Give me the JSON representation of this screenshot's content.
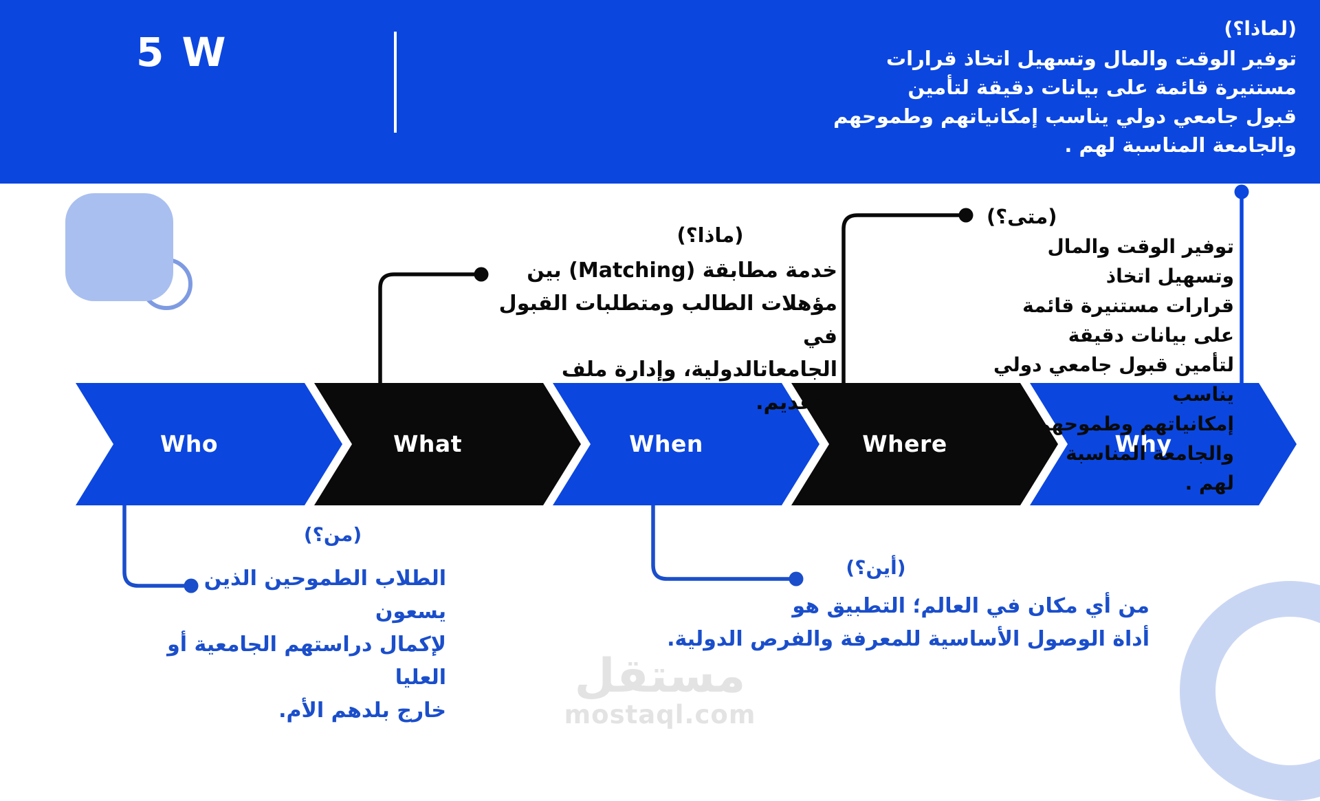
{
  "colors": {
    "accent": "#0B46DF",
    "black": "#0A0A0A",
    "text_blue": "#1A4ECB",
    "decor_square": "#A9BFEF",
    "decor_circle_stroke": "#7E9BE2",
    "decor_ring": "#C9D6F3",
    "watermark_gray": "#E3E3E3",
    "white": "#FFFFFF"
  },
  "header": {
    "logo": "5 W",
    "why": {
      "heading": "(لماذا؟)",
      "lines": [
        "توفير الوقت والمال وتسهيل اتخاذ قرارات",
        "مستنيرة قائمة على بيانات دقيقة لتأمين",
        "قبول جامعي دولي يناسب إمكانياتهم وطموحهم",
        "والجامعة المناسبة لهم ."
      ]
    }
  },
  "chevrons": [
    {
      "label": "Who",
      "color": "accent"
    },
    {
      "label": "What",
      "color": "black"
    },
    {
      "label": "When",
      "color": "accent"
    },
    {
      "label": "Where",
      "color": "black"
    },
    {
      "label": "Why",
      "color": "accent"
    }
  ],
  "annotations": {
    "what": {
      "heading": "(ماذا؟)",
      "lines": [
        "خدمة مطابقة (Matching) بين",
        "مؤهلات الطالب ومتطلبات القبول في",
        "الجامعاتالدولية، وإدارة ملف التقديم."
      ]
    },
    "when": {
      "heading": "(متى؟)",
      "lines": [
        "توفير الوقت والمال وتسهيل اتخاذ",
        "قرارات مستنيرة قائمة على بيانات دقيقة",
        "لتأمين قبول جامعي دولي يناسب",
        "إمكانياتهم وطموحهم والجامعة المناسبة",
        "لهم ."
      ]
    },
    "who": {
      "heading": "(من؟)",
      "lines": [
        "الطلاب الطموحين الذين يسعون",
        "لإكمال دراستهم الجامعية أو العليا",
        "خارج بلدهم الأم."
      ]
    },
    "where": {
      "heading": "(أين؟)",
      "lines": [
        "من أي مكان في العالم؛ التطبيق هو",
        "أداة الوصول الأساسية للمعرفة والفرص الدولية."
      ]
    }
  },
  "watermark": {
    "logo": "مستقل",
    "domain": "mostaql.com"
  }
}
